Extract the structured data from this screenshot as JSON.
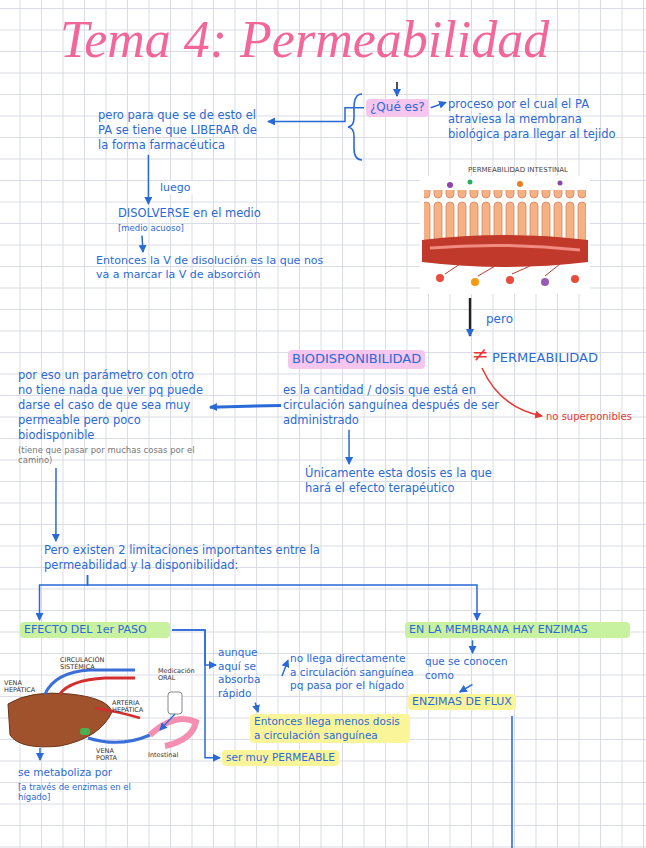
{
  "diagram": {
    "title": "Tema 4: Permeabilidad",
    "nodes": [
      {
        "text": [
          "¿Qué es?"
        ]
      },
      {
        "text": [
          "proceso por el cual el PA atraviesa la membrana biológica para llegar al tejido"
        ]
      },
      {
        "text": [
          "pero para que se de esto el PA se tiene que LIBERAR de la forma farmacéutica"
        ]
      },
      {
        "text": [
          "DISOLVERSE en el medio",
          "[medio acuoso]"
        ]
      },
      {
        "text": [
          "Entonces la V de disolución es la que nos va a marcar la V de absorción"
        ]
      },
      {
        "text": [
          "BIODISPONIBILIDAD"
        ]
      },
      {
        "text": [
          "PERMEABILIDAD"
        ]
      },
      {
        "text": [
          "es la cantidad / dosis que está en circulación sanguínea después de ser administrado"
        ]
      },
      {
        "text": [
          "Únicamente esta dosis es la que hará el efecto terapéutico"
        ]
      },
      {
        "text": [
          "por eso un parámetro con otro no tiene nada que ver pq puede darse el caso de que sea muy permeable pero poco biodisponible",
          "(tiene que pasar por muchas cosas por el camino)"
        ]
      },
      {
        "text": [
          "Pero existen 2 limitaciones importantes entre la permeabilidad y la disponibilidad:"
        ]
      },
      {
        "text": [
          "EFECTO DEL 1er PASO"
        ]
      },
      {
        "text": [
          "EN LA MEMBRANA HAY ENZIMAS"
        ]
      },
      {
        "text": [
          "aunque aquí se absorba rápido"
        ]
      },
      {
        "text": [
          "no llega directamente a circulación sanguínea pq pasa por el hígado"
        ]
      },
      {
        "text": [
          "Entonces llega menos dosis a circulación sanguínea"
        ]
      },
      {
        "text": [
          "ser muy PERMEABLE"
        ]
      },
      {
        "text": [
          "se metaboliza por",
          "[a través de enzimas en el hígado]"
        ]
      },
      {
        "text": [
          "que se conocen como"
        ]
      },
      {
        "text": [
          "ENZIMAS DE FLUX"
        ]
      }
    ],
    "edges": [
      {
        "from": 0,
        "to": 1,
        "arrow": "to"
      },
      {
        "from": 0,
        "to": 2,
        "arrow": "to"
      },
      {
        "from": 2,
        "to": 3,
        "label": "luego",
        "arrow": "to"
      },
      {
        "from": 3,
        "to": 4,
        "arrow": "to"
      },
      {
        "from": 7,
        "to": 8,
        "arrow": "to"
      },
      {
        "from": 7,
        "to": 9,
        "arrow": "to"
      },
      {
        "from": 9,
        "to": 10,
        "arrow": "to"
      },
      {
        "from": 10,
        "to": 11,
        "arrow": "to"
      },
      {
        "from": 10,
        "to": 12,
        "arrow": "to"
      },
      {
        "from": 11,
        "to": 13,
        "arrow": "to"
      },
      {
        "from": 11,
        "to": 16,
        "arrow": "to"
      },
      {
        "from": 13,
        "to": 14,
        "arrow": "to"
      },
      {
        "from": 13,
        "to": 15,
        "arrow": "to"
      },
      {
        "from": 12,
        "to": 18,
        "arrow": "to"
      },
      {
        "from": 18,
        "to": 19,
        "arrow": "to"
      }
    ],
    "labels": [
      "PERMEABILIDAD INTESTINAL",
      "pero",
      "≠",
      "no superponibles",
      "CIRCULACIÓN SISTÉMICA",
      "VENA HEPÁTICA",
      "ARTERIA HEPÁTICA",
      "VENA PORTA",
      "Medicación ORAL",
      "Intestinal"
    ]
  }
}
